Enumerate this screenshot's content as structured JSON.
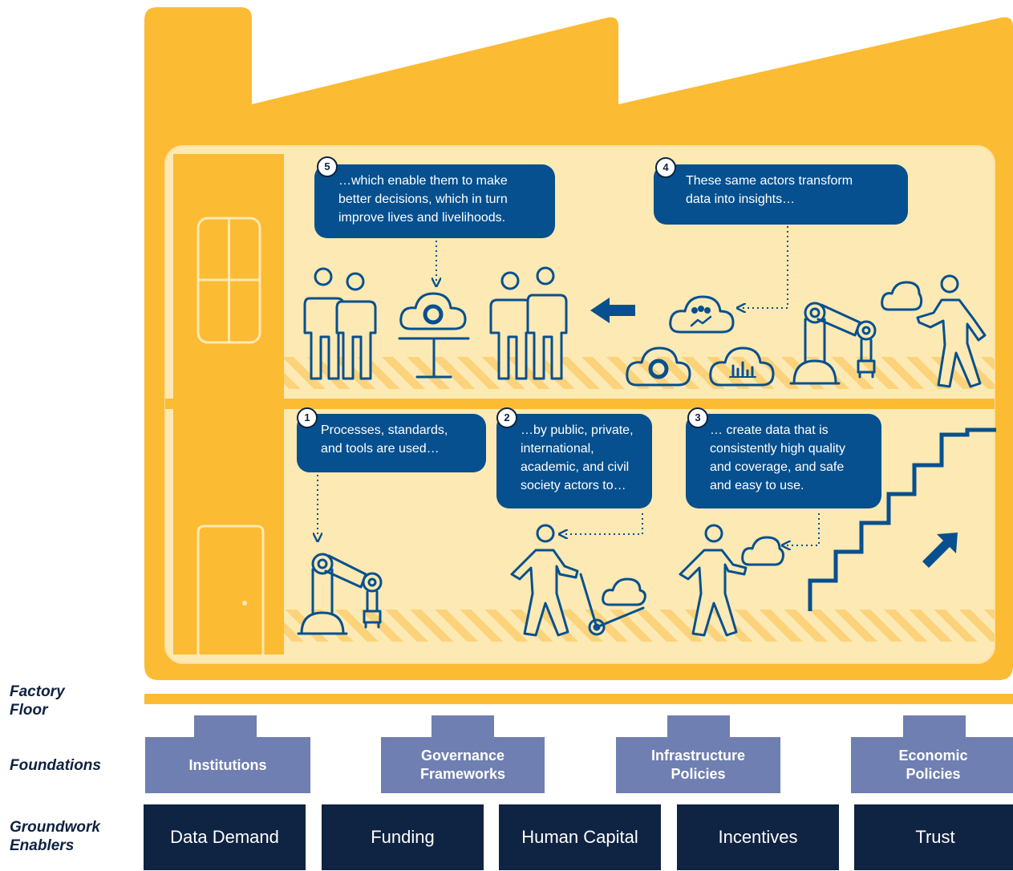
{
  "steps": [
    {
      "number": "1",
      "text": "Processes, standards,\nand tools are used…"
    },
    {
      "number": "2",
      "text": "…by public, private,\ninternational,\nacademic, and civil\nsociety actors to…"
    },
    {
      "number": "3",
      "text": "… create data that is\nconsistently high quality\nand coverage, and safe\nand easy to use."
    },
    {
      "number": "4",
      "text": "These same actors transform\ndata into insights…"
    },
    {
      "number": "5",
      "text": "…which enable them to make\nbetter decisions, which in turn\nimprove lives and livelihoods."
    }
  ],
  "labels": {
    "factory_floor": "Factory\nFloor",
    "foundations": "Foundations",
    "groundwork": "Groundwork\nEnablers"
  },
  "foundations": [
    "Institutions",
    "Governance\nFrameworks",
    "Infrastructure\nPolicies",
    "Economic\nPolicies"
  ],
  "groundwork": [
    "Data Demand",
    "Funding",
    "Human Capital",
    "Incentives",
    "Trust"
  ],
  "colors": {
    "factory_orange": "#fbbb33",
    "interior": "#fde9b3",
    "callout_blue": "#06508f",
    "foundation_purple": "#6f7fb1",
    "ground_navy": "#0f2342"
  }
}
